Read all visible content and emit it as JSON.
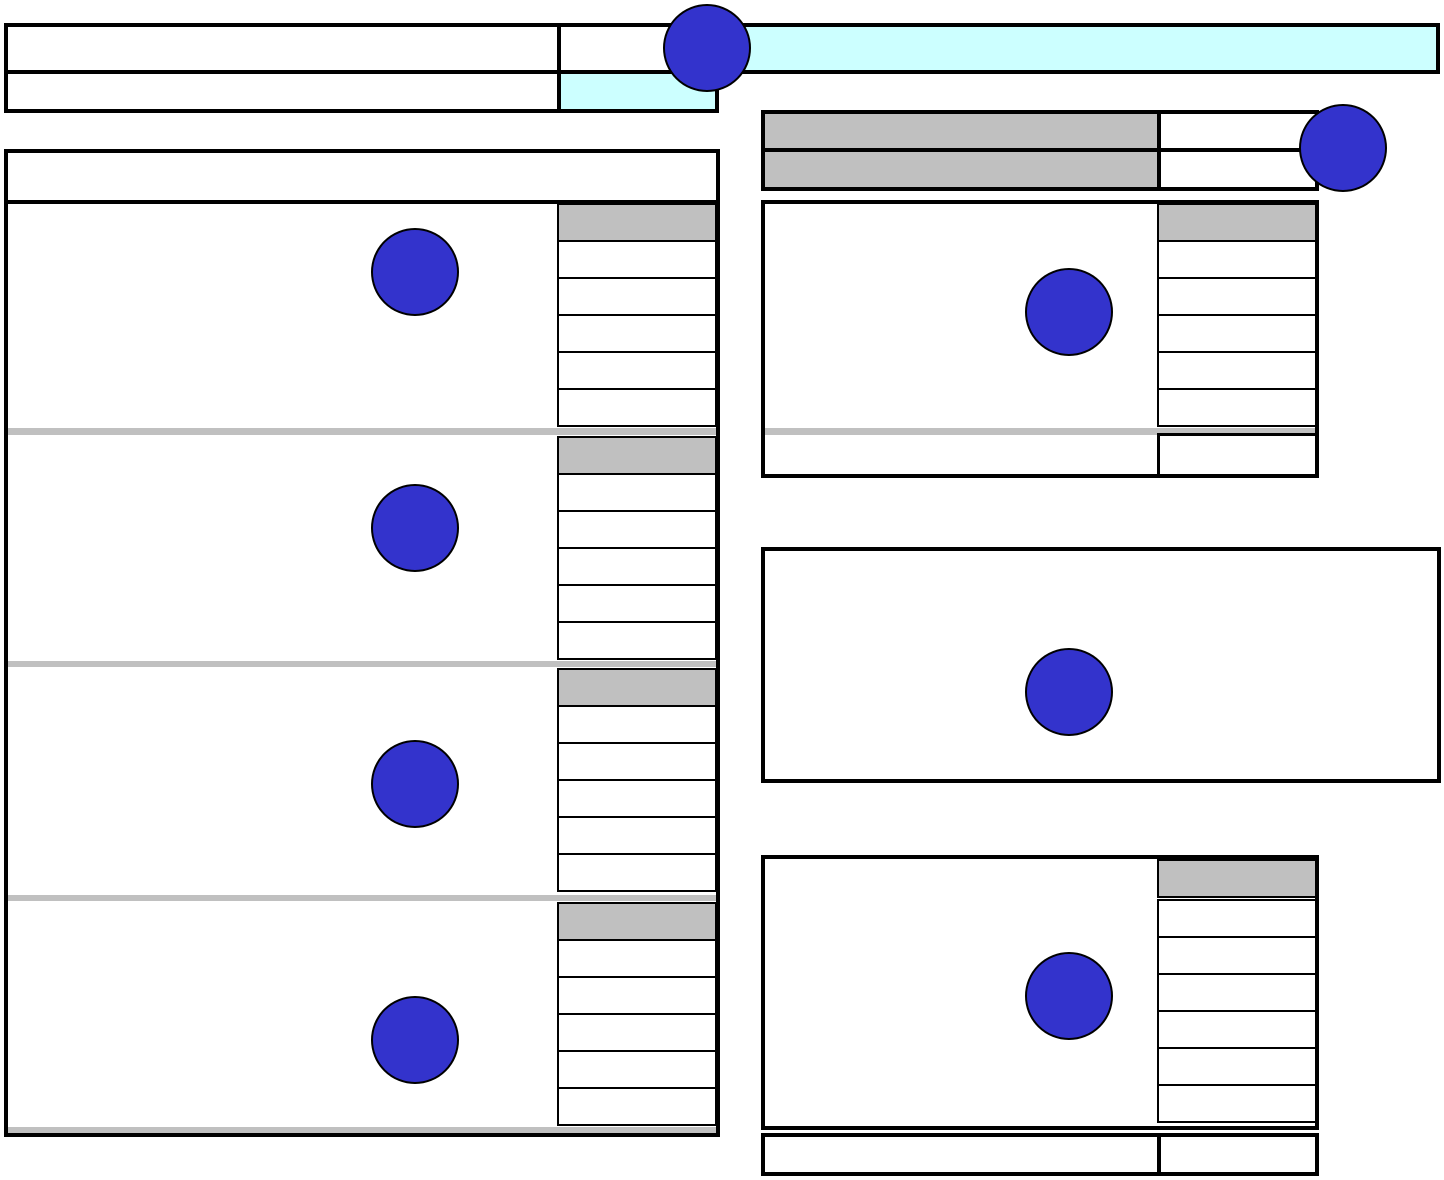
{
  "colors": {
    "background": "#ffffff",
    "border": "#000000",
    "highlight": "#ccffff",
    "header_fill": "#c0c0c0",
    "marker": "#3333cc"
  },
  "icons": {
    "marker": "circle-marker-icon"
  },
  "top_row": {
    "left_text": "",
    "right_text": ""
  },
  "second_row": {
    "left_text": "",
    "right_text": ""
  },
  "left_panel": {
    "title": "",
    "sections": 4,
    "rows_per_section": 6
  },
  "right_top_panel": {
    "header_left": "",
    "header_right": "",
    "rows": 6,
    "footer_text": ""
  },
  "right_middle_panel": {
    "text": ""
  },
  "right_bottom_panel": {
    "rows": 7,
    "footer_text": ""
  }
}
